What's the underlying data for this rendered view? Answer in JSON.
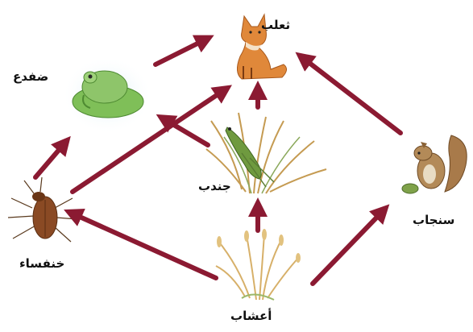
{
  "diagram": {
    "nodes": [
      {
        "id": "fox",
        "label": "ثعلب",
        "icon": "fox-icon"
      },
      {
        "id": "frog",
        "label": "ضفدع",
        "icon": "frog-icon"
      },
      {
        "id": "grasshopper",
        "label": "جندب",
        "icon": "grasshopper-icon"
      },
      {
        "id": "beetle",
        "label": "خنفساء",
        "icon": "beetle-icon"
      },
      {
        "id": "squirrel",
        "label": "سنجاب",
        "icon": "squirrel-icon"
      },
      {
        "id": "grass",
        "label": "أعشاب",
        "icon": "grass-icon"
      }
    ],
    "edges": [
      {
        "from": "grass",
        "to": "grasshopper"
      },
      {
        "from": "grass",
        "to": "beetle"
      },
      {
        "from": "grass",
        "to": "squirrel"
      },
      {
        "from": "grasshopper",
        "to": "fox"
      },
      {
        "from": "grasshopper",
        "to": "frog"
      },
      {
        "from": "beetle",
        "to": "frog"
      },
      {
        "from": "beetle",
        "to": "fox"
      },
      {
        "from": "frog",
        "to": "fox"
      },
      {
        "from": "squirrel",
        "to": "fox"
      }
    ],
    "arrow_color": "#8b1a32"
  }
}
